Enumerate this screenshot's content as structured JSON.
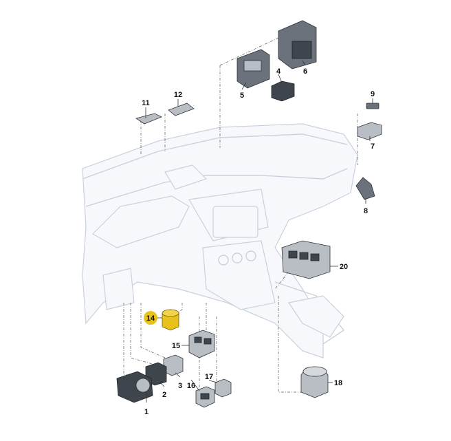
{
  "diagram": {
    "parts": [
      {
        "id": "1",
        "label": "1"
      },
      {
        "id": "2",
        "label": "2"
      },
      {
        "id": "3",
        "label": "3"
      },
      {
        "id": "4",
        "label": "4"
      },
      {
        "id": "5",
        "label": "5"
      },
      {
        "id": "6",
        "label": "6"
      },
      {
        "id": "7",
        "label": "7"
      },
      {
        "id": "8",
        "label": "8"
      },
      {
        "id": "9",
        "label": "9"
      },
      {
        "id": "11",
        "label": "11"
      },
      {
        "id": "12",
        "label": "12"
      },
      {
        "id": "14",
        "label": "14"
      },
      {
        "id": "15",
        "label": "15"
      },
      {
        "id": "16",
        "label": "16"
      },
      {
        "id": "17",
        "label": "17"
      },
      {
        "id": "18",
        "label": "18"
      },
      {
        "id": "20",
        "label": "20"
      }
    ],
    "highlight_color": "#e8c21a",
    "highlighted_part": "14"
  }
}
